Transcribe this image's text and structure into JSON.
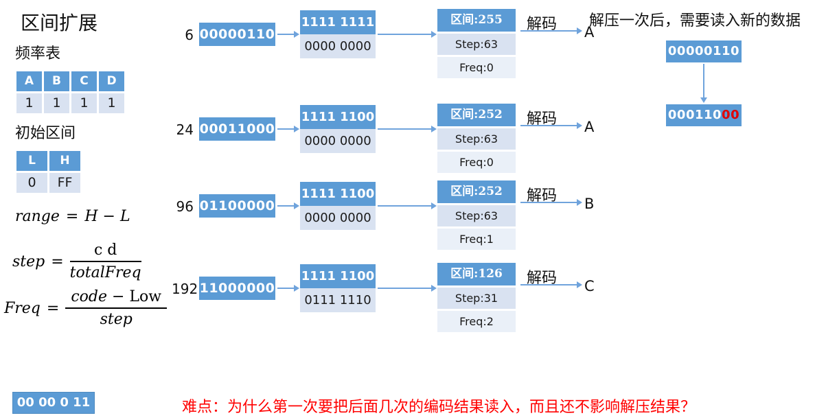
{
  "title": "区间扩展",
  "colors": {
    "accent_blue": "#5B9BD5",
    "cell_light": "#D9E2F1",
    "cell_lighter": "#EAF0F8",
    "arrow_blue": "#6FA3DC",
    "note_red": "#FF0000",
    "digit_red": "#E00000"
  },
  "freq_table": {
    "label": "频率表",
    "headers": [
      "A",
      "B",
      "C",
      "D"
    ],
    "values": [
      "1",
      "1",
      "1",
      "1"
    ]
  },
  "init_interval": {
    "label": "初始区间",
    "headers": [
      "L",
      "H"
    ],
    "values": [
      "0",
      "FF"
    ]
  },
  "formulas": {
    "range": {
      "lhs": "range",
      "eq": "=",
      "rhs": "H − L"
    },
    "step": {
      "lhs": "step",
      "eq": "=",
      "numerator": "c d",
      "denominator": "totalFreq"
    },
    "freq": {
      "lhs": "Freq",
      "eq": "=",
      "numerator_italic": "code − ",
      "numerator_roman": "Low",
      "denominator": "step"
    }
  },
  "flow_rows": [
    {
      "value": "6",
      "code": "00000110",
      "mask": "1111 1111",
      "low": "0000 0000",
      "interval": "区间:255",
      "step": "Step:63",
      "freq": "Freq:0",
      "decode": "解码",
      "symbol": "A"
    },
    {
      "value": "24",
      "code": "00011000",
      "mask": "1111 1100",
      "low": "0000 0000",
      "interval": "区间:252",
      "step": "Step:63",
      "freq": "Freq:0",
      "decode": "解码",
      "symbol": "A"
    },
    {
      "value": "96",
      "code": "01100000",
      "mask": "1111 1100",
      "low": "0000 0000",
      "interval": "区间:252",
      "step": "Step:63",
      "freq": "Freq:1",
      "decode": "解码",
      "symbol": "B"
    },
    {
      "value": "192",
      "code": "11000000",
      "mask": "1111 1100",
      "low": "0111 1110",
      "interval": "区间:126",
      "step": "Step:31",
      "freq": "Freq:2",
      "decode": "解码",
      "symbol": "C"
    }
  ],
  "readin_panel": {
    "heading": "解压一次后，需要读入新的数据",
    "source_code": "00000110",
    "result_prefix": "000110",
    "result_suffix": "00"
  },
  "footer": {
    "bits": "00 00 0 11",
    "note": "难点：为什么第一次要把后面几次的编码结果读入，而且还不影响解压结果？"
  }
}
